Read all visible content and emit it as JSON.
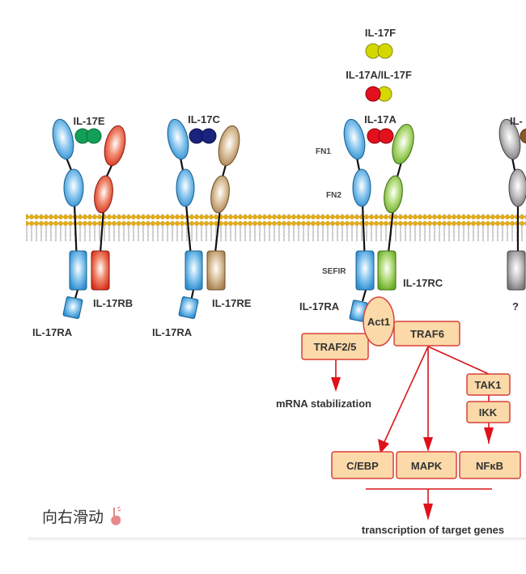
{
  "ligands": {
    "il17f": "IL-17F",
    "il17af": "IL-17A/IL-17F",
    "il17a": "IL-17A",
    "il17e": "IL-17E",
    "il17c": "IL-17C",
    "partial": "IL-"
  },
  "receptors": {
    "ra1": "IL-17RA",
    "rb": "IL-17RB",
    "ra2": "IL-17RA",
    "re": "IL-17RE",
    "ra3": "IL-17RA",
    "rc": "IL-17RC",
    "unknown": "?"
  },
  "domains": {
    "fn1": "FN1",
    "fn2": "FN2",
    "sefir": "SEFIR"
  },
  "signaling": {
    "act1": "Act1",
    "traf6": "TRAF6",
    "traf25": "TRAF2/5",
    "mrna": "mRNA stabilization",
    "tak1": "TAK1",
    "ikk": "IKK",
    "cebp": "C/EBP",
    "mapk": "MAPK",
    "nfkb": "NFκB",
    "transcription": "transcription of target genes"
  },
  "colors": {
    "il17ra": "#4aa3df",
    "il17rb": "#e8402a",
    "il17re": "#c4a071",
    "il17rc": "#8cc63f",
    "unknown_receptor": "#9a9a9a",
    "il17e": "#12a058",
    "il17c": "#1a237e",
    "il17a": "#e3101e",
    "il17f": "#d4d800",
    "membrane": "#e0a800",
    "pathway": "#d9141a",
    "box_fill": "#fbd9a8"
  },
  "hint": {
    "text": "向右滑动",
    "icon": "swipe-hand-icon"
  }
}
